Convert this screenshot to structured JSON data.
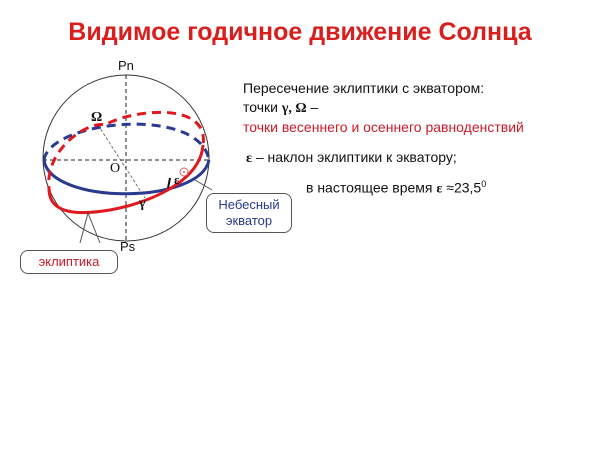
{
  "title": "Видимое годичное движение Солнца",
  "diagram": {
    "labels": {
      "north_pole": "Pn",
      "south_pole": "Ps",
      "center": "O",
      "vernal_point": "γ",
      "autumn_point": "Ω",
      "epsilon": "ε"
    },
    "callouts": {
      "ecliptic": "эклиптика",
      "equator_line1": "Небесный",
      "equator_line2": "экватор"
    },
    "colors": {
      "ecliptic": "#e0191f",
      "equator": "#2a3a8f",
      "title": "#d91e1e"
    }
  },
  "text": {
    "line1": "Пересечение эклиптики с экватором:",
    "line2_prefix": "точки ",
    "line2_symbols": "γ, Ω",
    "line2_suffix": " –",
    "line3": "точки весеннего и осеннего равноденствий",
    "line4_symbol": "ε",
    "line4_text": " – наклон эклиптики к экватору;",
    "line5_text": "в настоящее время ",
    "line5_symbol": "ε",
    "line5_value": " ≈23,5",
    "line5_sup": "0"
  }
}
